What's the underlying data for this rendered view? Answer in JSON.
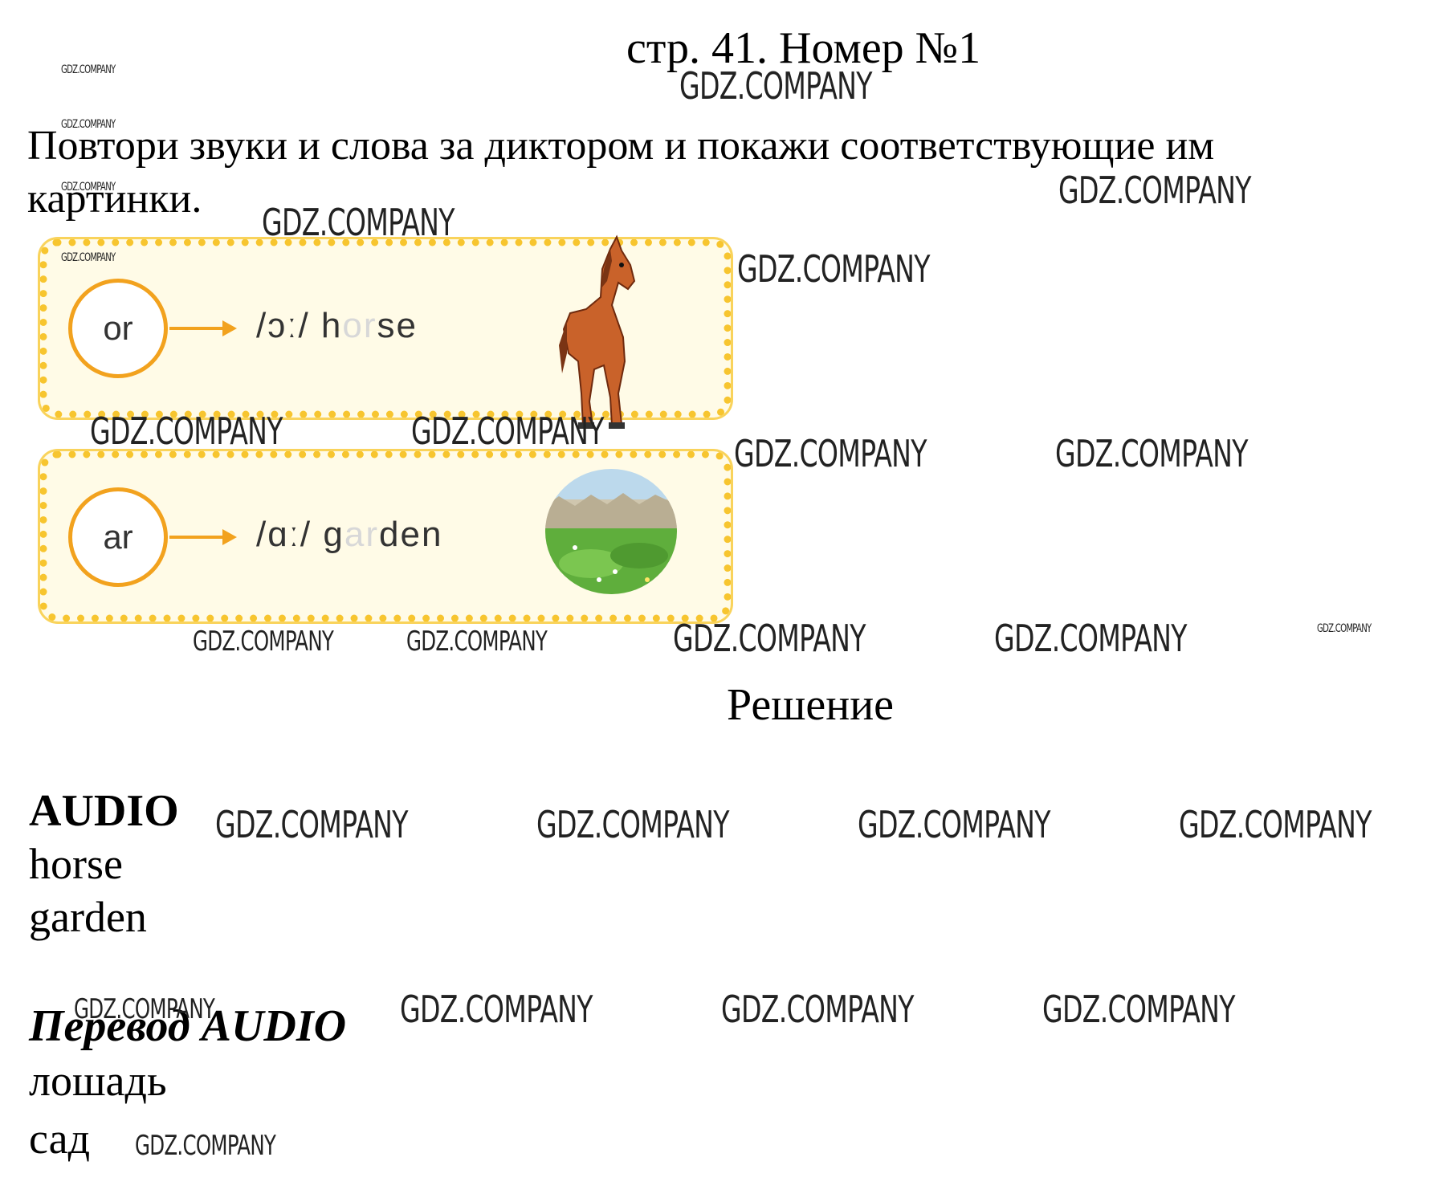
{
  "header": {
    "title": "стр. 41. Номер №1"
  },
  "task": {
    "line1": "Повтори звуки и слова за диктором и покажи соответствующие им",
    "line2": "картинки."
  },
  "cards": [
    {
      "letters": "or",
      "phonetic": "/ɔː/",
      "word_start": "h",
      "word_highlight": "or",
      "word_end": "se",
      "picture": "horse-illustration"
    },
    {
      "letters": "ar",
      "phonetic": "/ɑː/",
      "word_start": "g",
      "word_highlight": "ar",
      "word_end": "den",
      "picture": "garden-illustration"
    }
  ],
  "solution": {
    "heading": "Решение",
    "audio_heading": "AUDIO",
    "audio_words": [
      "horse",
      "garden"
    ],
    "translation_heading": "Перевод AUDIO",
    "translation_words": [
      "лошадь",
      "сад"
    ]
  },
  "watermark": "GDZ.COMPANY",
  "colors": {
    "card_border": "#f7c52f",
    "card_background": "#fffbe7",
    "arrow": "#f2a21e"
  }
}
